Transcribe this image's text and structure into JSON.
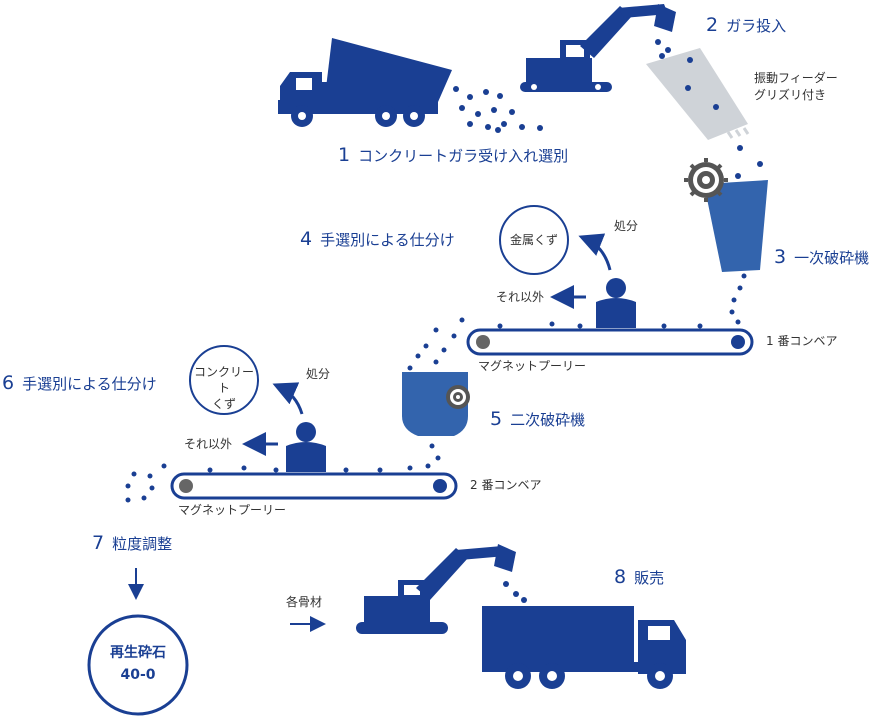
{
  "steps": [
    {
      "num": "1",
      "label": "コンクリートガラ受け入れ選別"
    },
    {
      "num": "2",
      "label": "ガラ投入"
    },
    {
      "num": "3",
      "label": "一次破砕機"
    },
    {
      "num": "4",
      "label": "手選別による仕分け"
    },
    {
      "num": "5",
      "label": "二次破砕機"
    },
    {
      "num": "6",
      "label": "手選別による仕分け"
    },
    {
      "num": "7",
      "label": "粒度調整"
    },
    {
      "num": "8",
      "label": "販売"
    }
  ],
  "feeder": {
    "line1": "振動フィーダー",
    "line2": "グリズリ付き"
  },
  "conveyor1": {
    "label": "1 番コンベア",
    "pulley": "マグネットプーリー"
  },
  "conveyor2": {
    "label": "2 番コンベア",
    "pulley": "マグネットプーリー"
  },
  "sort1": {
    "dispose": "処分",
    "circle": "金属くず",
    "other": "それ以外"
  },
  "sort2": {
    "dispose": "処分",
    "circle_line1": "コンクリート",
    "circle_line2": "くず",
    "other": "それ以外"
  },
  "product": {
    "line1": "再生砕石",
    "line2": "40-0"
  },
  "aggregate": "各骨材",
  "colors": {
    "primary": "#1a3f93",
    "hopper": "#3364ad",
    "feeder": "#cfd3d8",
    "pulley": "#666666"
  }
}
